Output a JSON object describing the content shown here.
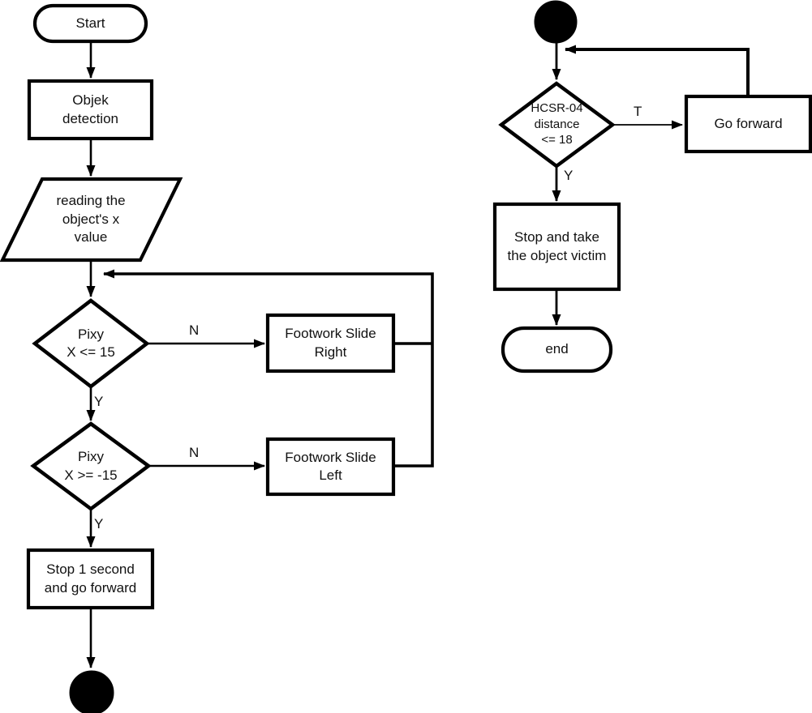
{
  "colors": {
    "stroke": "#000000",
    "shape_fill": "#ffffff",
    "connector_fill": "#000000",
    "text": "#111111"
  },
  "nodes": {
    "start": {
      "type": "terminator",
      "label": "Start"
    },
    "objek_detection": {
      "type": "process",
      "label": "Objek\ndetection"
    },
    "reading_x": {
      "type": "input_output",
      "label": "reading the\nobject's x\nvalue"
    },
    "pixy_x_le_15": {
      "type": "decision",
      "label": "Pixy\nX <= 15"
    },
    "footwork_slide_right": {
      "type": "process",
      "label": "Footwork Slide\nRight"
    },
    "pixy_x_ge_neg15": {
      "type": "decision",
      "label": "Pixy\nX >= -15"
    },
    "footwork_slide_left": {
      "type": "process",
      "label": "Footwork Slide\nLeft"
    },
    "stop_1_second": {
      "type": "process",
      "label": "Stop 1 second\nand go forward"
    },
    "left_end_connector": {
      "type": "connector",
      "label": ""
    },
    "right_start_connector": {
      "type": "connector",
      "label": ""
    },
    "hcsr04_distance": {
      "type": "decision",
      "label": "HCSR-04\ndistance\n<= 18"
    },
    "go_forward": {
      "type": "process",
      "label": "Go forward"
    },
    "stop_take_victim": {
      "type": "process",
      "label": "Stop and take\nthe object victim"
    },
    "end": {
      "type": "terminator",
      "label": "end"
    }
  },
  "edge_labels": {
    "pixy1_no": "N",
    "pixy1_yes": "Y",
    "pixy2_no": "N",
    "pixy2_yes": "Y",
    "hcsr_true": "T",
    "hcsr_yes": "Y"
  }
}
